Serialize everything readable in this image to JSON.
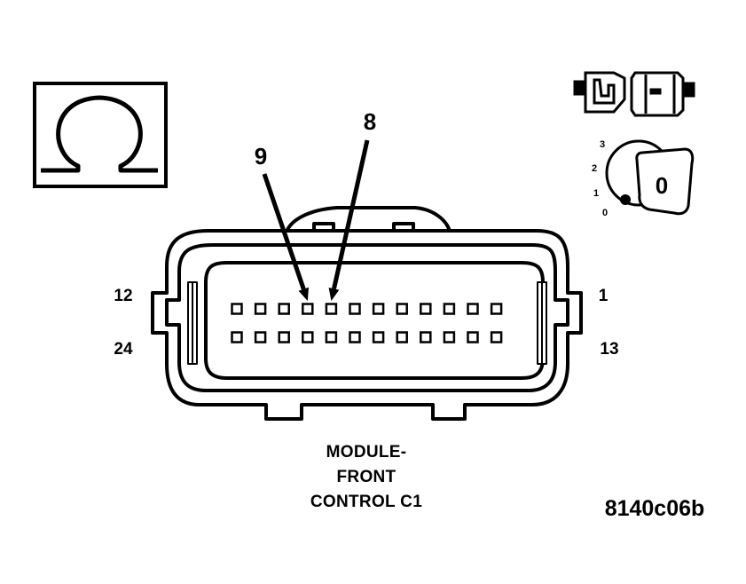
{
  "meter_icon": {
    "name": "ohm-symbol-icon",
    "symbol": "Ω"
  },
  "connector_icon": {
    "name": "disconnected-connector-icon"
  },
  "ignition_icon": {
    "name": "ignition-switch-icon",
    "positions": [
      "3",
      "2",
      "1",
      "0"
    ],
    "key_label": "0"
  },
  "callouts": [
    {
      "label": "9",
      "pin": 9
    },
    {
      "label": "8",
      "pin": 8
    }
  ],
  "pin_labels": {
    "top_left": "12",
    "top_right": "1",
    "bottom_left": "24",
    "bottom_right": "13"
  },
  "connector": {
    "title_lines": [
      "MODULE-",
      "FRONT",
      "CONTROL C1"
    ],
    "rows": 2,
    "pins_per_row": 12,
    "outline_color": "#000000"
  },
  "figure_id": "8140c06b"
}
